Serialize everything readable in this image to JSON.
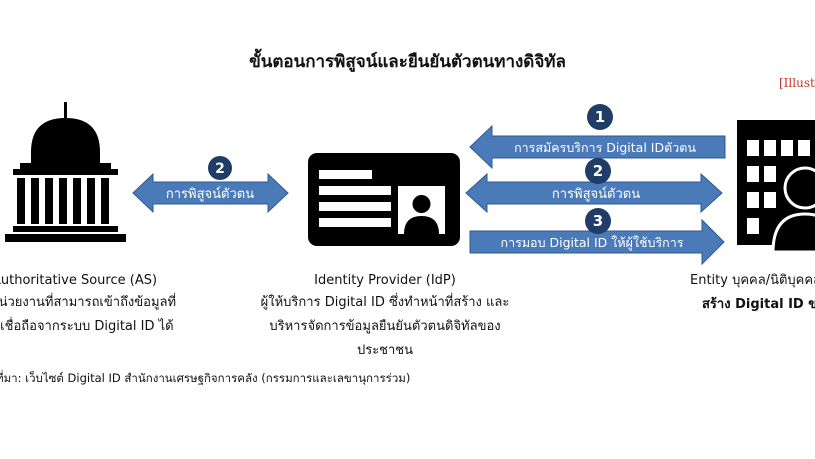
{
  "title": "ขั้นตอนการพิสูจน์และยืนยันตัวตนทางดิจิทัล",
  "illustration_tag": "[Illustr",
  "arrows": {
    "verify_left": {
      "step": "2",
      "label": "การพิสูจน์ตัวตน"
    },
    "register": {
      "step": "1",
      "label": "การสมัครบริการ Digital IDตัวตน"
    },
    "verify_right": {
      "step": "2",
      "label": "การพิสูจน์ตัวตน"
    },
    "issue": {
      "step": "3",
      "label": "การมอบ Digital ID ให้ผู้ใช้บริการ"
    }
  },
  "as": {
    "name": "Authoritative Source (AS)",
    "desc_line1": "หน่วยงานที่สามารถเข้าถึงข้อมูลที่",
    "desc_line2": "น่าเชื่อถือจากระบบ Digital ID ได้"
  },
  "idp": {
    "name": "Identity Provider (IdP)",
    "desc_line1": "ผู้ให้บริการ Digital ID ซึ่งทำหน้าที่สร้าง และ",
    "desc_line2": "บริหารจัดการข้อมูลยืนยันตัวตนดิจิทัลของ",
    "desc_line3": "ประชาชน"
  },
  "entity": {
    "name": "Entity บุคคล/นิติบุคคล",
    "desc_line1": "สร้าง Digital ID ของ"
  },
  "source_note": "ที่มา: เว็บไซต์ Digital ID สำนักงานเศรษฐกิจการคลัง (กรรมการและเลขานุการร่วม)",
  "colors": {
    "arrow_fill": "#4a7ab8",
    "arrow_stroke": "#2e5a93",
    "badge": "#1f3d66",
    "icon": "#000000"
  }
}
